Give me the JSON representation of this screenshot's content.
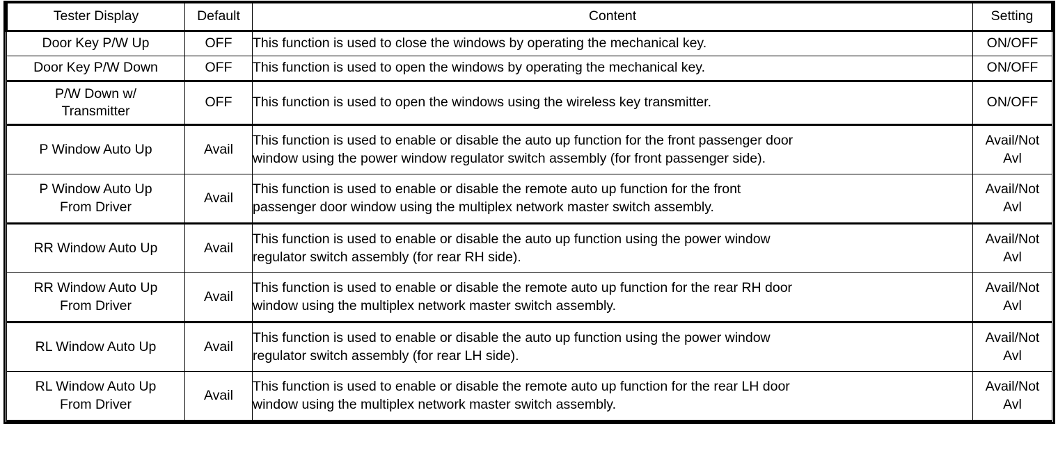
{
  "table": {
    "columns": [
      {
        "key": "tester",
        "label": "Tester Display"
      },
      {
        "key": "default",
        "label": "Default"
      },
      {
        "key": "content",
        "label": "Content"
      },
      {
        "key": "setting",
        "label": "Setting"
      }
    ],
    "rows": [
      {
        "tester_line1": "Door Key P/W Up",
        "tester_line2": "",
        "default": "OFF",
        "content_line1": "This function is used to close the windows by operating the mechanical key.",
        "content_line2": "",
        "setting_line1": "ON/OFF",
        "setting_line2": ""
      },
      {
        "tester_line1": "Door Key P/W Down",
        "tester_line2": "",
        "default": "OFF",
        "content_line1": "This function is used to open the windows by operating the mechanical key.",
        "content_line2": "",
        "setting_line1": "ON/OFF",
        "setting_line2": ""
      },
      {
        "tester_line1": "P/W Down w/",
        "tester_line2": "Transmitter",
        "default": "OFF",
        "content_line1": "This function is used to open the windows using the wireless key transmitter.",
        "content_line2": "",
        "setting_line1": "ON/OFF",
        "setting_line2": ""
      },
      {
        "tester_line1": "P Window Auto Up",
        "tester_line2": "",
        "default": "Avail",
        "content_line1": "This function is used to enable or disable the auto up function for the front passenger door",
        "content_line2": "window using the power window regulator switch assembly (for front passenger side).",
        "setting_line1": "Avail/Not",
        "setting_line2": "Avl"
      },
      {
        "tester_line1": "P Window Auto Up",
        "tester_line2": "From Driver",
        "default": "Avail",
        "content_line1": "This function is used to enable or disable the remote auto up function for the front",
        "content_line2": "passenger door window using the multiplex network master switch assembly.",
        "setting_line1": "Avail/Not",
        "setting_line2": "Avl"
      },
      {
        "tester_line1": "RR Window Auto Up",
        "tester_line2": "",
        "default": "Avail",
        "content_line1": "This function is used to enable or disable the auto up function using the power window",
        "content_line2": "regulator switch assembly (for rear RH side).",
        "setting_line1": "Avail/Not",
        "setting_line2": "Avl"
      },
      {
        "tester_line1": "RR Window Auto Up",
        "tester_line2": "From Driver",
        "default": "Avail",
        "content_line1": "This function is used to enable or disable the remote auto up function for the rear RH door",
        "content_line2": "window using the multiplex network master switch assembly.",
        "setting_line1": "Avail/Not",
        "setting_line2": "Avl"
      },
      {
        "tester_line1": "RL Window Auto Up",
        "tester_line2": "",
        "default": "Avail",
        "content_line1": "This function is used to enable or disable the auto up function using the power window",
        "content_line2": "regulator switch assembly (for rear LH side).",
        "setting_line1": "Avail/Not",
        "setting_line2": "Avl"
      },
      {
        "tester_line1": "RL Window Auto Up",
        "tester_line2": "From Driver",
        "default": "Avail",
        "content_line1": "This function is used to enable or disable the remote auto up function for the rear LH door",
        "content_line2": "window using the multiplex network master switch assembly.",
        "setting_line1": "Avail/Not",
        "setting_line2": "Avl"
      }
    ]
  },
  "colors": {
    "border": "#000000",
    "text": "#000000",
    "background": "#ffffff"
  }
}
